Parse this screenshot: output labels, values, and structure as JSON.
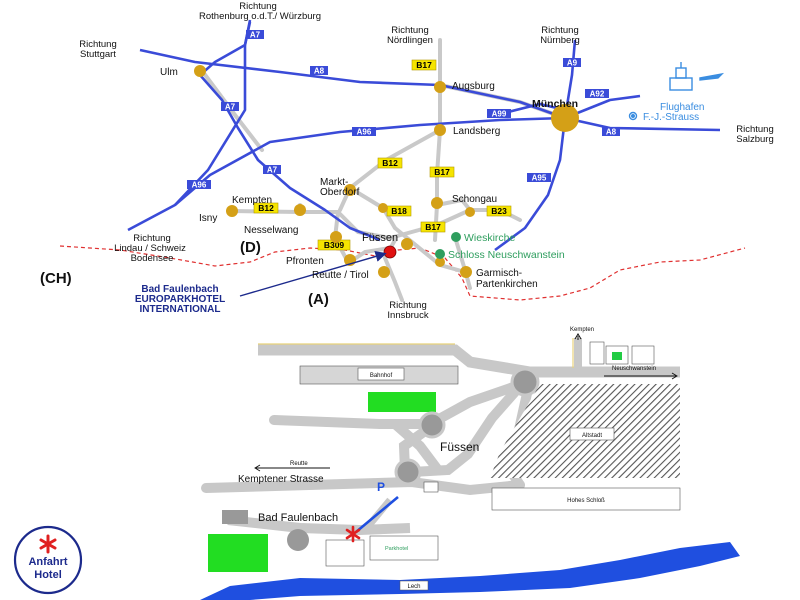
{
  "regional_map": {
    "places": {
      "ulm": "Ulm",
      "augsburg": "Augsburg",
      "muenchen": "München",
      "landsberg": "Landsberg",
      "markt_oberdorf_1": "Markt-",
      "markt_oberdorf_2": "Oberdorf",
      "kempten": "Kempten",
      "isny": "Isny",
      "nesselwang": "Nesselwang",
      "fuessen": "Füssen",
      "pfronten": "Pfronten",
      "reutte": "Reutte / Tirol",
      "schongau": "Schongau",
      "garmisch_1": "Garmisch-",
      "garmisch_2": "Partenkirchen",
      "wieskirche": "Wieskirche",
      "neuschwanstein": "Schloss Neuschwanstein",
      "flughafen_1": "Flughafen",
      "flughafen_2": "F.-J.-Strauss"
    },
    "directions": {
      "rothenburg_1": "Richtung",
      "rothenburg_2": "Rothenburg o.d.T./ Würzburg",
      "stuttgart_1": "Richtung",
      "stuttgart_2": "Stuttgart",
      "noerdlingen_1": "Richtung",
      "noerdlingen_2": "Nördlingen",
      "nuernberg_1": "Richtung",
      "nuernberg_2": "Nürnberg",
      "salzburg_1": "Richtung",
      "salzburg_2": "Salzburg",
      "lindau_1": "Richtung",
      "lindau_2": "Lindau / Schweiz",
      "lindau_3": "Bodensee",
      "innsbruck_1": "Richtung",
      "innsbruck_2": "Innsbruck"
    },
    "countries": {
      "ch": "(CH)",
      "d": "(D)",
      "a": "(A)"
    },
    "hotel": {
      "line1": "Bad Faulenbach",
      "line2": "EUROPARKHOTEL",
      "line3": "INTERNATIONAL"
    },
    "autobahn": {
      "a7_top": "A7",
      "a8_left": "A8",
      "a7_mid": "A7",
      "a7_low": "A7",
      "a96_left": "A96",
      "a96_mid": "A96",
      "a9": "A9",
      "a92": "A92",
      "a99": "A99",
      "a8_right": "A8",
      "a95": "A95"
    },
    "bundesstrasse": {
      "b17_top": "B17",
      "b12_mid": "B12",
      "b17_mid": "B17",
      "b12_left": "B12",
      "b18": "B18",
      "b23": "B23",
      "b17_low": "B17",
      "b309": "B309"
    },
    "colors": {
      "autobahn": "#3a4bd8",
      "road": "#c9c9c9",
      "city": "#d4a017",
      "shield_yellow": "#f5e400",
      "border": "#e03030",
      "sight": "#2e9e5e",
      "hotel_text": "#1c2a8c"
    }
  },
  "town_map": {
    "labels": {
      "kempten": "Kempten",
      "neuschwanstein": "Neuschwanstein",
      "bahnhof": "Bahnhof",
      "altstadt": "Altstadt",
      "fuessen": "Füssen",
      "reutte": "Reutte",
      "kemptener": "Kemptener Strasse",
      "parking": "P",
      "hohes_schloss": "Hohes Schloß",
      "bad_faulenbach": "Bad Faulenbach",
      "parkhotel": "Parkhotel",
      "lech": "Lech"
    },
    "colors": {
      "road": "#c8c8c8",
      "road_edge": "#e8d27a",
      "park": "#22dd22",
      "river": "#1f4fe0",
      "hotel_marker": "#e02020"
    }
  },
  "badge": {
    "line1": "Anfahrt",
    "line2": "Hotel"
  }
}
